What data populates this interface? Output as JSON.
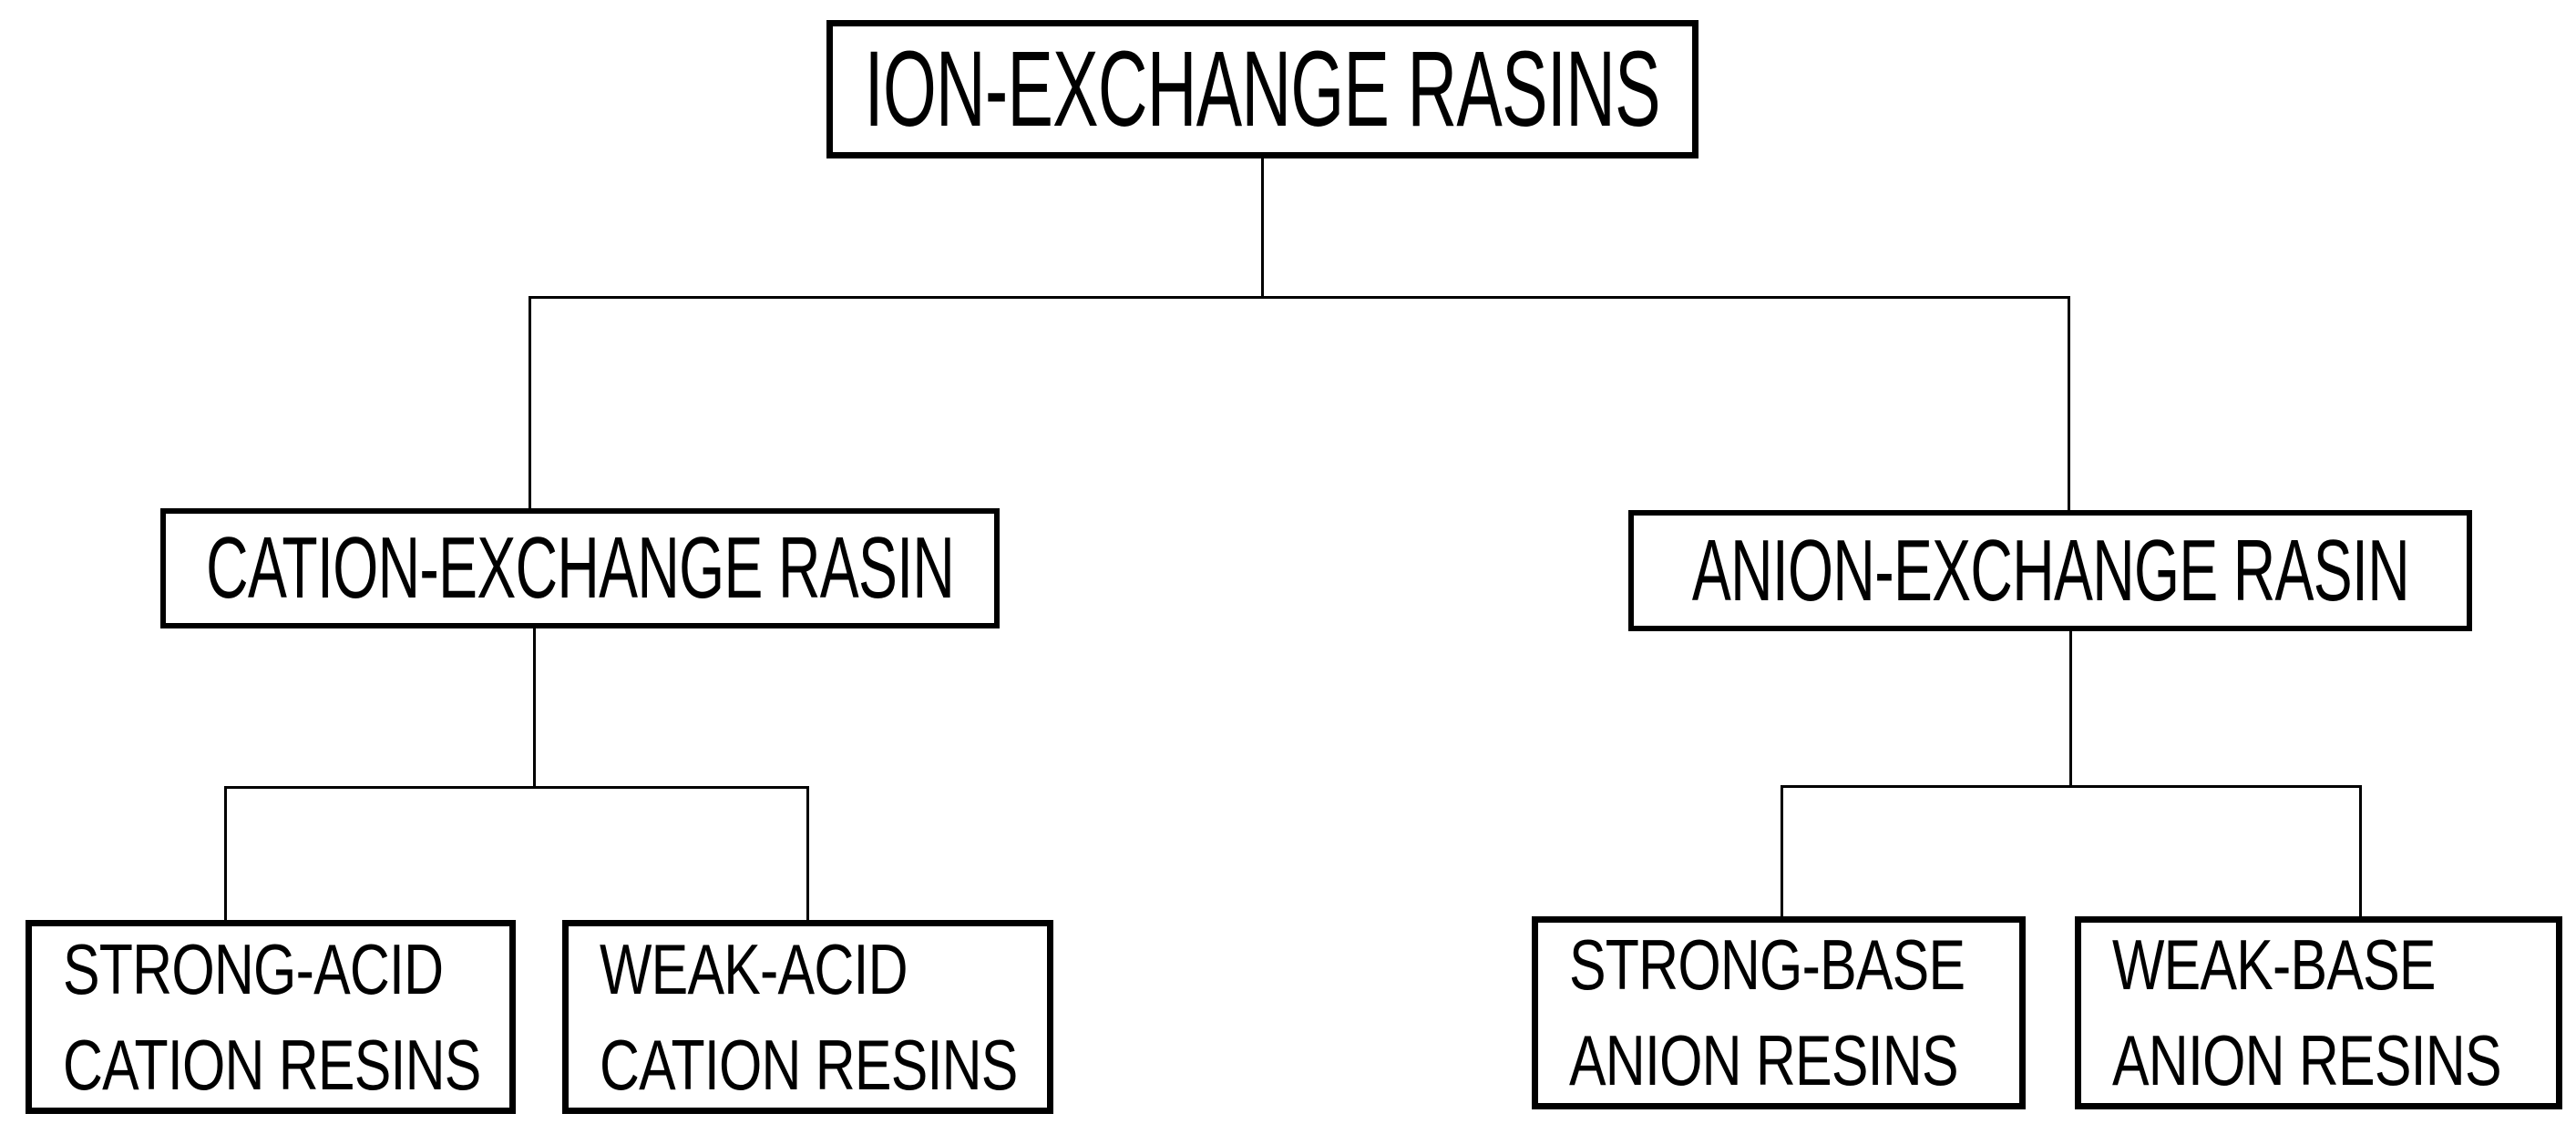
{
  "diagram": {
    "background_color": "#ffffff",
    "line_color": "#000000",
    "box_border_color": "#000000",
    "box_fill_color": "#ffffff",
    "text_color": "#000000",
    "tree": {
      "label": "ION-EXCHANGE RASINS",
      "children": [
        {
          "label": "CATION-EXCHANGE RASIN",
          "children": [
            {
              "lines": [
                "STRONG-ACID",
                "CATION RESINS"
              ]
            },
            {
              "lines": [
                "WEAK-ACID",
                "CATION RESINS"
              ]
            }
          ]
        },
        {
          "label": "ANION-EXCHANGE RASIN",
          "children": [
            {
              "lines": [
                "STRONG-BASE",
                "ANION RESINS"
              ]
            },
            {
              "lines": [
                "WEAK-BASE",
                "ANION RESINS"
              ]
            }
          ]
        }
      ]
    }
  }
}
